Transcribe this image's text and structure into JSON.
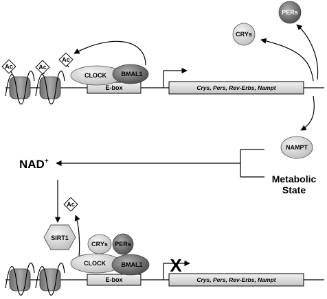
{
  "colors": {
    "protein_light": "#d8d8d8",
    "protein_dark": "#7a7a7a",
    "gene_box": "#d9d9d9",
    "nucleosome": "#8c8c8c",
    "line": "#000000"
  },
  "top": {
    "acetyl_tags": [
      "Ac",
      "Ac",
      "Ac"
    ],
    "clock_label": "CLOCK",
    "bmal1_label": "BMAL1",
    "ebox_label": "E-box",
    "gene_label": "Crys, Pers, Rev-Erbs, Nampt",
    "crys_label": "CRYs",
    "pers_label": "PERs",
    "nampt_label": "NAMPT"
  },
  "middle": {
    "nad_label": "NAD",
    "nad_charge": "+",
    "metabolic_line1": "Metabolic",
    "metabolic_line2": "State"
  },
  "bottom": {
    "acetyl_tag": "Ac",
    "sirt1_label": "SIRT1",
    "crys_label": "CRYs",
    "pers_label": "PERs",
    "clock_label": "CLOCK",
    "bmal1_label": "BMAL1",
    "ebox_label": "E-box",
    "block_mark": "X",
    "gene_label": "Crys, Pers, Rev-Erbs, Nampt"
  }
}
